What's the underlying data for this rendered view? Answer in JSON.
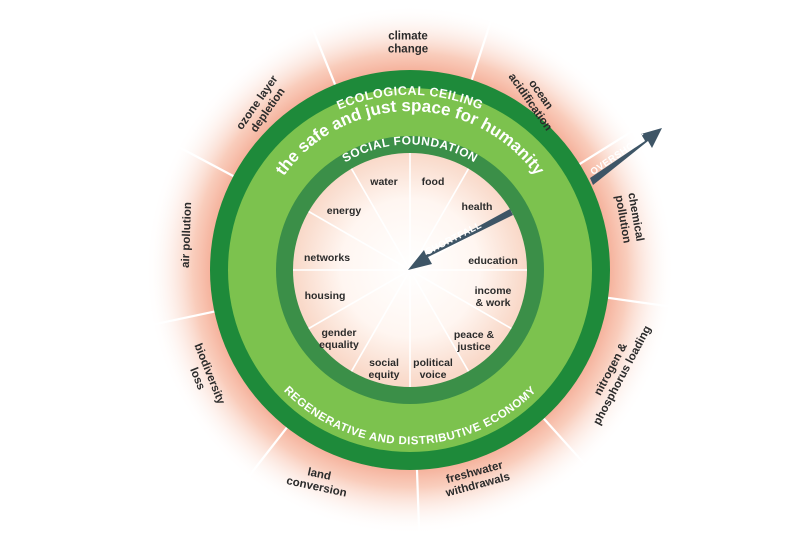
{
  "center_label": "the safe and just space for humanity",
  "ecological_ceiling": "ECOLOGICAL CEILING",
  "social_foundation": "SOCIAL FOUNDATION",
  "economy_label": "REGENERATIVE AND DISTRIBUTIVE ECONOMY",
  "overshoot": "OVERSHOOT",
  "shortfall": "SHORTFALL",
  "ecological_dimensions": [
    {
      "lines": [
        "climate",
        "change"
      ]
    },
    {
      "lines": [
        "ocean",
        "acidification"
      ]
    },
    {
      "lines": [
        "chemical",
        "pollution"
      ]
    },
    {
      "lines": [
        "nitrogen &",
        "phosphorus loading"
      ]
    },
    {
      "lines": [
        "freshwater",
        "withdrawals"
      ]
    },
    {
      "lines": [
        "land",
        "conversion"
      ]
    },
    {
      "lines": [
        "biodiversity",
        "loss"
      ]
    },
    {
      "lines": [
        "air pollution"
      ]
    },
    {
      "lines": [
        "ozone layer",
        "depletion"
      ]
    }
  ],
  "social_dimensions": [
    {
      "lines": [
        "food"
      ]
    },
    {
      "lines": [
        "health"
      ]
    },
    {
      "lines": [
        "education"
      ]
    },
    {
      "lines": [
        "income",
        "& work"
      ]
    },
    {
      "lines": [
        "peace &",
        "justice"
      ]
    },
    {
      "lines": [
        "political",
        "voice"
      ]
    },
    {
      "lines": [
        "social",
        "equity"
      ]
    },
    {
      "lines": [
        "gender",
        "equality"
      ]
    },
    {
      "lines": [
        "housing"
      ]
    },
    {
      "lines": [
        "networks"
      ]
    },
    {
      "lines": [
        "energy"
      ]
    },
    {
      "lines": [
        "water"
      ]
    }
  ],
  "colors": {
    "dark_green": "#1e8a3a",
    "light_green": "#7cc24e",
    "inner_ring_green": "#3b8f48",
    "glow": "#f4a58a",
    "arrow": "#3e5566"
  }
}
